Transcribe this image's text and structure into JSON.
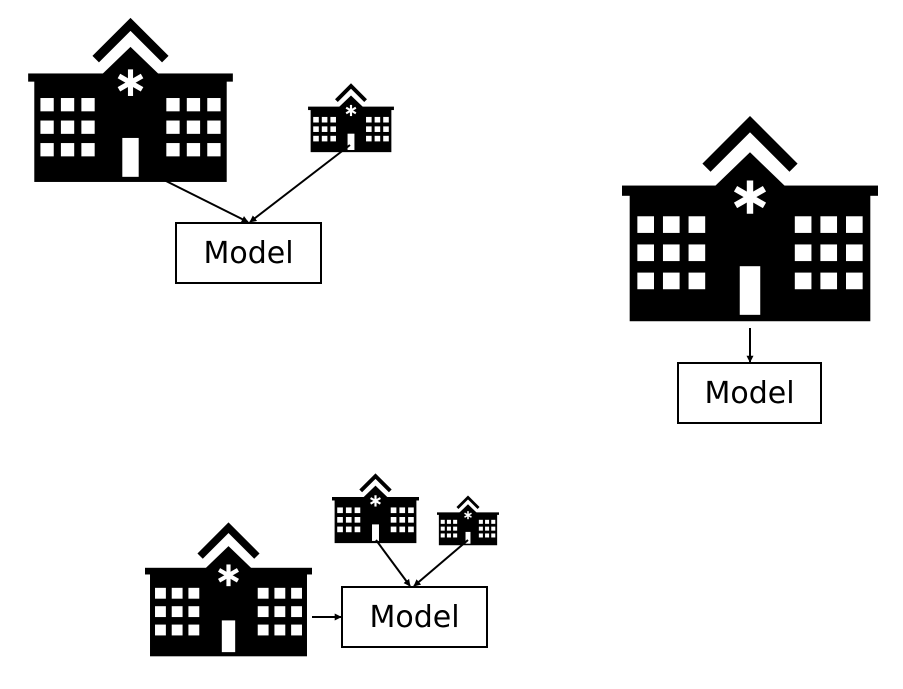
{
  "colors": {
    "ink": "#000000",
    "paper": "#ffffff"
  },
  "icons": {
    "hospital": "hospital-icon"
  },
  "groups": [
    {
      "id": "group-a",
      "model_label": "Model",
      "hospitals": [
        "large",
        "small"
      ]
    },
    {
      "id": "group-b",
      "model_label": "Model",
      "hospitals": [
        "large"
      ]
    },
    {
      "id": "group-c",
      "model_label": "Model",
      "hospitals": [
        "large",
        "medium",
        "small"
      ]
    }
  ]
}
